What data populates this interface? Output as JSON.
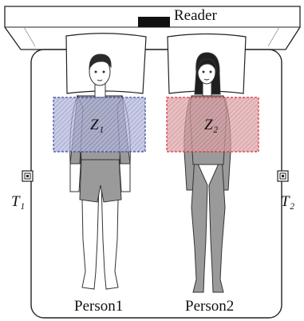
{
  "labels": {
    "reader": "Reader",
    "zone1": "Z₁",
    "zone2": "Z₂",
    "tag1": "T₁",
    "tag2": "T₂",
    "person1": "Person1",
    "person2": "Person2"
  },
  "colors": {
    "zone1": "#3a4aa8",
    "zone2": "#e0303a",
    "body_fill": "#9a9a9a",
    "outline": "#222222"
  }
}
